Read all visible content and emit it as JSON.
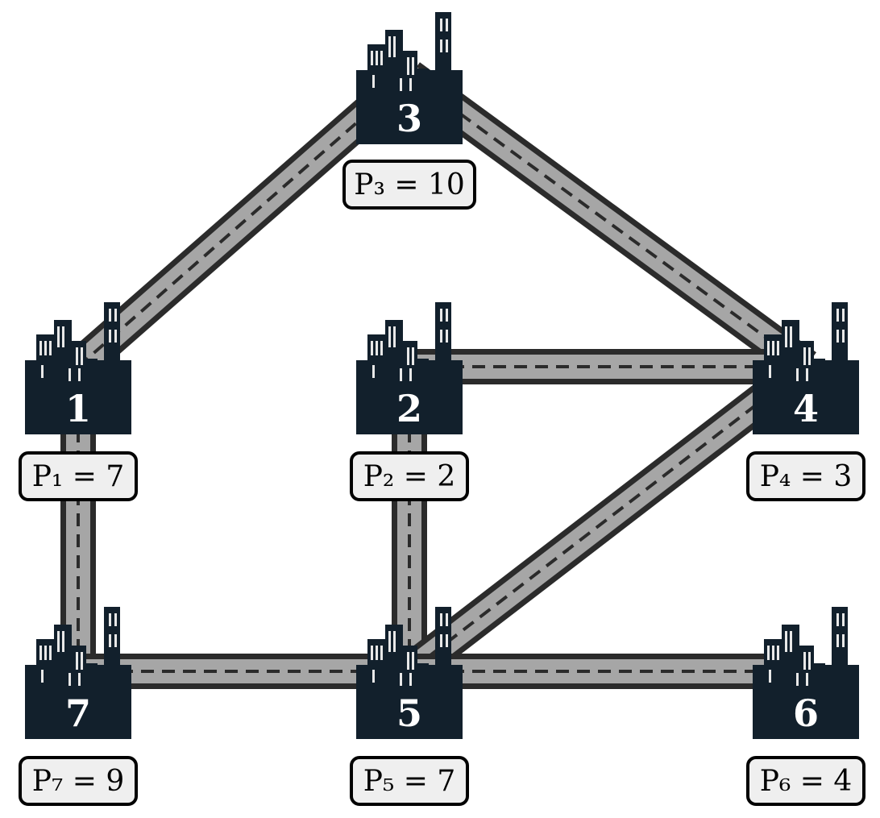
{
  "graph": {
    "cities": [
      {
        "id": "1",
        "label": "P₁ = 7"
      },
      {
        "id": "2",
        "label": "P₂ = 2"
      },
      {
        "id": "3",
        "label": "P₃ = 10"
      },
      {
        "id": "4",
        "label": "P₄ = 3"
      },
      {
        "id": "5",
        "label": "P₅ = 7"
      },
      {
        "id": "6",
        "label": "P₆ = 4"
      },
      {
        "id": "7",
        "label": "P₇ = 9"
      }
    ],
    "roads": [
      [
        "1",
        "3"
      ],
      [
        "3",
        "4"
      ],
      [
        "2",
        "4"
      ],
      [
        "1",
        "7"
      ],
      [
        "2",
        "5"
      ],
      [
        "4",
        "5"
      ],
      [
        "7",
        "5"
      ],
      [
        "5",
        "6"
      ]
    ]
  },
  "colors": {
    "building": "#12202c",
    "road_edge": "#2b2b2b",
    "road_surface": "#a6a6a6",
    "label_background": "#efefef"
  }
}
